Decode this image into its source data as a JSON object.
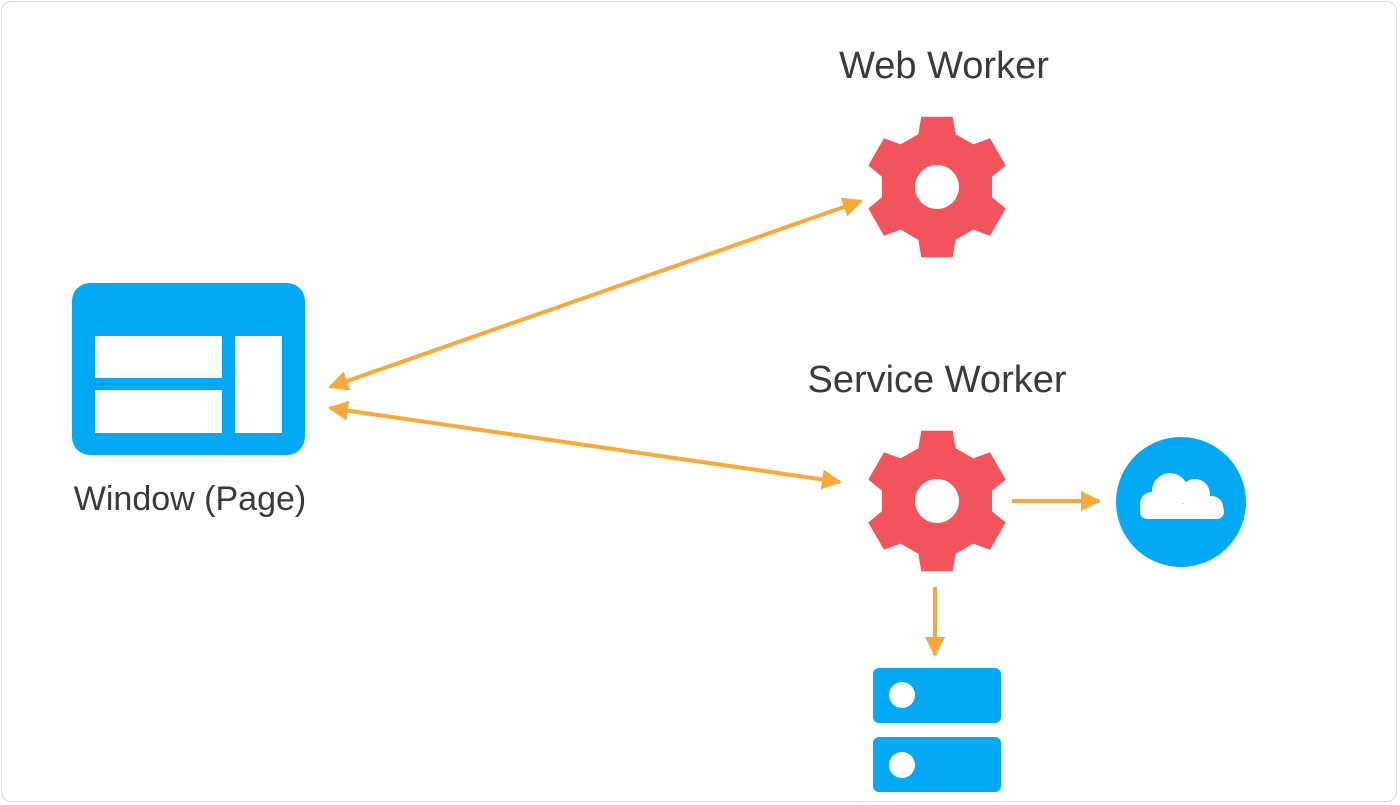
{
  "labels": {
    "web_worker": "Web Worker",
    "service_worker": "Service Worker",
    "window": "Window (Page)"
  },
  "icons": {
    "window": "browser-window-icon",
    "web_worker": "gear-icon",
    "service_worker": "gear-icon",
    "network": "cloud-icon",
    "storage": "database-server-icon"
  },
  "colors": {
    "arrow": "#F8A93A",
    "gear": "#F2545B",
    "blue": "#03A9F4",
    "text": "#3A3A3A"
  }
}
